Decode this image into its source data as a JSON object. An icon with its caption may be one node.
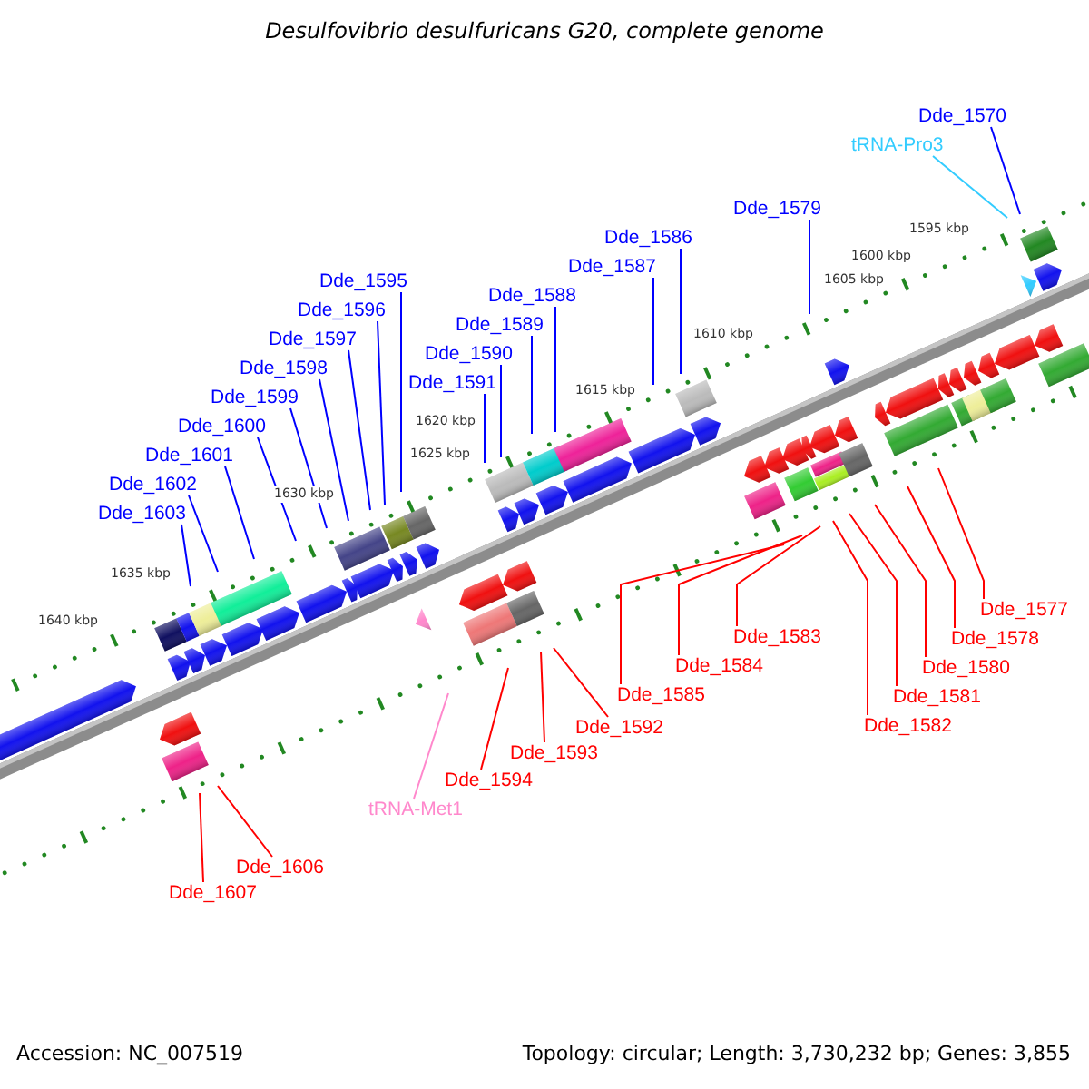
{
  "diagram": {
    "title": "Desulfovibrio desulfuricans G20, complete genome",
    "nodes": [
      {
        "text": [
          "Dde_1570"
        ]
      },
      {
        "text": [
          "tRNA-Pro3"
        ]
      },
      {
        "text": [
          "Dde_1579"
        ]
      },
      {
        "text": [
          "Dde_1586"
        ]
      },
      {
        "text": [
          "Dde_1587"
        ]
      },
      {
        "text": [
          "Dde_1588"
        ]
      },
      {
        "text": [
          "Dde_1597"
        ]
      },
      {
        "text": [
          "Dde_1589"
        ]
      },
      {
        "text": [
          "Dde_1595"
        ]
      },
      {
        "text": [
          "Dde_1599"
        ]
      },
      {
        "text": [
          "Dde_1590"
        ]
      },
      {
        "text": [
          "Dde_1591"
        ]
      },
      {
        "text": [
          "Dde_1596"
        ]
      },
      {
        "text": [
          "Dde_1600"
        ]
      },
      {
        "text": [
          "Dde_1598"
        ]
      },
      {
        "text": [
          "Dde_1601"
        ]
      },
      {
        "text": [
          "Dde_1602"
        ]
      },
      {
        "text": [
          "Dde_1603"
        ]
      },
      {
        "text": [
          "Dde_1577"
        ]
      },
      {
        "text": [
          "Dde_1582"
        ]
      },
      {
        "text": [
          "Dde_1583"
        ]
      },
      {
        "text": [
          "Dde_1578"
        ]
      },
      {
        "text": [
          "Dde_1584"
        ]
      },
      {
        "text": [
          "Dde_1580"
        ]
      },
      {
        "text": [
          "Dde_1585"
        ]
      },
      {
        "text": [
          "Dde_1581"
        ]
      },
      {
        "text": [
          "Dde_1592"
        ]
      },
      {
        "text": [
          "Dde_1593"
        ]
      },
      {
        "text": [
          "Dde_1594"
        ]
      },
      {
        "text": [
          "tRNA-Met1"
        ]
      },
      {
        "text": [
          "Dde_1606"
        ]
      },
      {
        "text": [
          "Dde_1607"
        ]
      }
    ],
    "edges": [
      {
        "from": 0,
        "to": null,
        "arrow": "none"
      },
      {
        "from": 1,
        "to": null,
        "arrow": "none",
        "color": "#33ccff"
      },
      {
        "from": 2,
        "to": null,
        "arrow": "none"
      },
      {
        "from": 3,
        "to": null,
        "arrow": "none"
      },
      {
        "from": 4,
        "to": null,
        "arrow": "none"
      },
      {
        "from": 5,
        "to": null,
        "arrow": "none"
      },
      {
        "from": 6,
        "to": null,
        "arrow": "none"
      },
      {
        "from": 7,
        "to": null,
        "arrow": "none"
      },
      {
        "from": 8,
        "to": null,
        "arrow": "none"
      },
      {
        "from": 9,
        "to": null,
        "arrow": "none"
      },
      {
        "from": 10,
        "to": null,
        "arrow": "none"
      },
      {
        "from": 11,
        "to": null,
        "arrow": "none"
      },
      {
        "from": 12,
        "to": null,
        "arrow": "none"
      },
      {
        "from": 13,
        "to": null,
        "arrow": "none"
      },
      {
        "from": 14,
        "to": null,
        "arrow": "none"
      },
      {
        "from": 15,
        "to": null,
        "arrow": "none"
      },
      {
        "from": 16,
        "to": null,
        "arrow": "none"
      },
      {
        "from": 17,
        "to": null,
        "arrow": "none"
      },
      {
        "from": 18,
        "to": null,
        "arrow": "none",
        "color": "#ff0000"
      },
      {
        "from": 19,
        "to": null,
        "arrow": "none",
        "color": "#ff0000"
      },
      {
        "from": 20,
        "to": null,
        "arrow": "none",
        "color": "#ff0000"
      },
      {
        "from": 21,
        "to": null,
        "arrow": "none",
        "color": "#ff0000"
      },
      {
        "from": 22,
        "to": null,
        "arrow": "none",
        "color": "#ff0000"
      },
      {
        "from": 23,
        "to": null,
        "arrow": "none",
        "color": "#ff0000"
      },
      {
        "from": 24,
        "to": null,
        "arrow": "none",
        "color": "#ff0000"
      },
      {
        "from": 25,
        "to": null,
        "arrow": "none",
        "color": "#ff0000"
      },
      {
        "from": 26,
        "to": null,
        "arrow": "none",
        "color": "#ff0000"
      },
      {
        "from": 27,
        "to": null,
        "arrow": "none",
        "color": "#ff0000"
      },
      {
        "from": 28,
        "to": null,
        "arrow": "none",
        "color": "#ff0000"
      },
      {
        "from": 29,
        "to": null,
        "arrow": "none",
        "color": "#ff88cc"
      },
      {
        "from": 30,
        "to": null,
        "arrow": "none",
        "color": "#ff0000"
      },
      {
        "from": 31,
        "to": null,
        "arrow": "none",
        "color": "#ff0000"
      }
    ],
    "labels": [
      "1595 kbp",
      "1600 kbp",
      "1605 kbp",
      "1610 kbp",
      "1615 kbp",
      "1620 kbp",
      "1625 kbp",
      "1630 kbp",
      "1635 kbp",
      "1640 kbp",
      "Accession: NC_007519",
      "Topology: circular; Length: 3,730,232 bp; Genes: 3,855"
    ]
  }
}
